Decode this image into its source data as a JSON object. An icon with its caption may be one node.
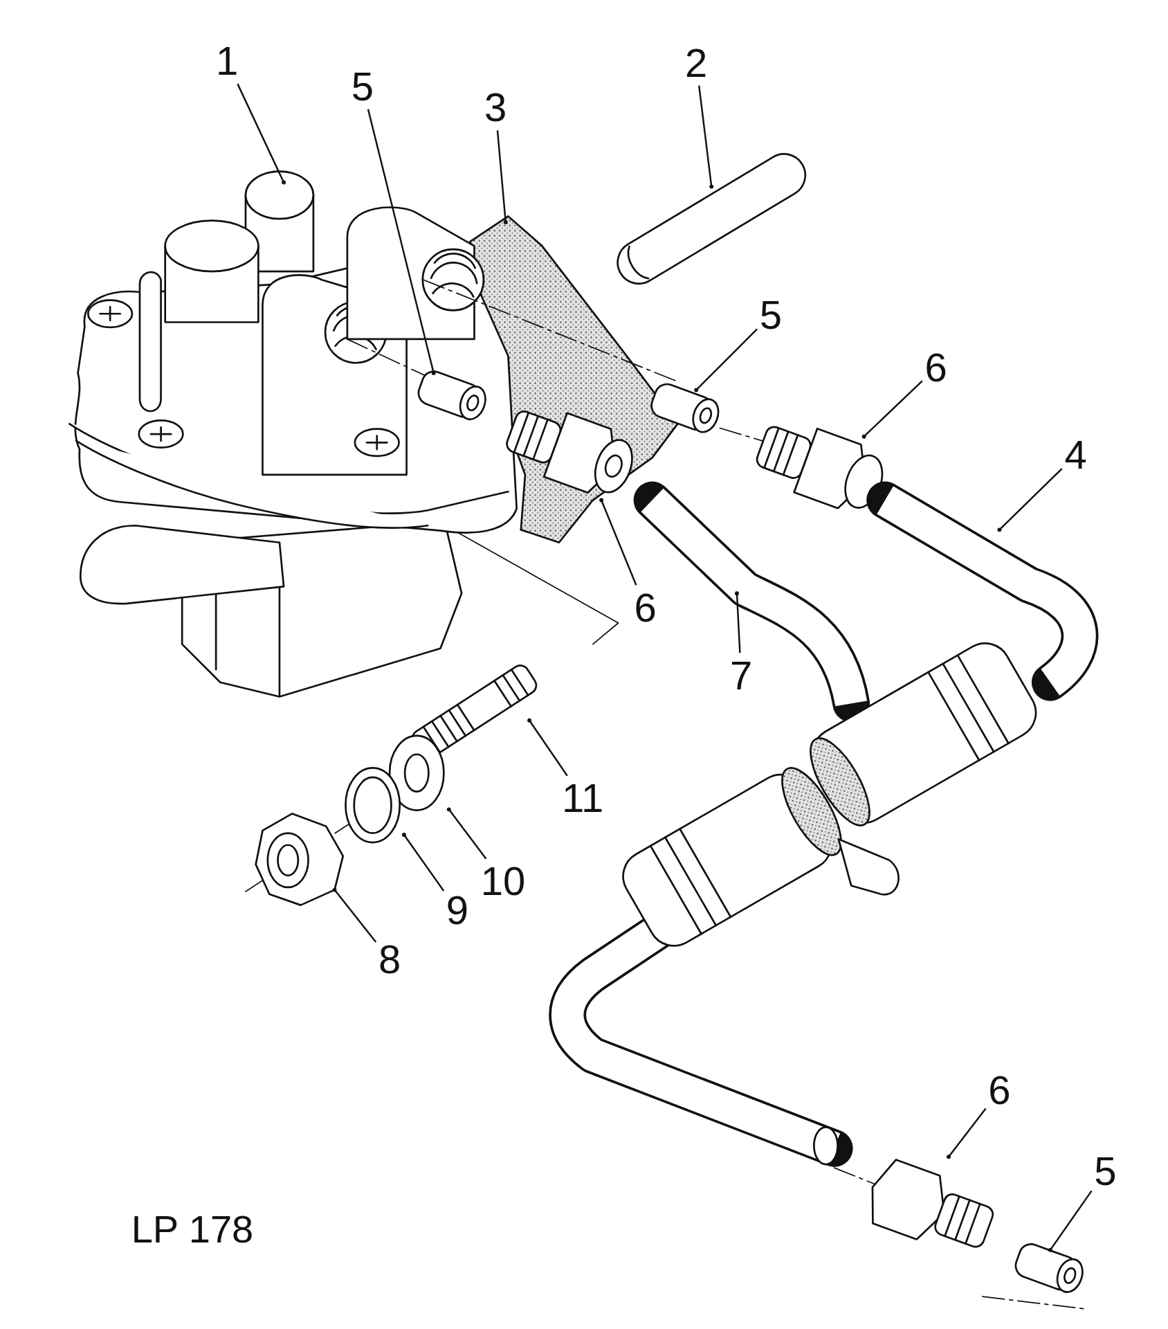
{
  "diagram": {
    "nodes": [
      {
        "text": [
          "1"
        ]
      },
      {
        "text": [
          "5"
        ]
      },
      {
        "text": [
          "3"
        ]
      },
      {
        "text": [
          "2"
        ]
      },
      {
        "text": [
          "5"
        ]
      },
      {
        "text": [
          "6"
        ]
      },
      {
        "text": [
          "4"
        ]
      },
      {
        "text": [
          "6"
        ]
      },
      {
        "text": [
          "7"
        ]
      },
      {
        "text": [
          "11"
        ]
      },
      {
        "text": [
          "10"
        ]
      },
      {
        "text": [
          "9"
        ]
      },
      {
        "text": [
          "8"
        ]
      },
      {
        "text": [
          "6"
        ]
      },
      {
        "text": [
          "5"
        ]
      }
    ],
    "edges": [
      {
        "from": 0,
        "to": null,
        "arrow": "other"
      },
      {
        "from": 1,
        "to": null,
        "arrow": "other"
      },
      {
        "from": 2,
        "to": null,
        "arrow": "other"
      },
      {
        "from": 3,
        "to": null,
        "arrow": "other"
      },
      {
        "from": 4,
        "to": null,
        "arrow": "other"
      },
      {
        "from": 5,
        "to": null,
        "arrow": "other"
      },
      {
        "from": 6,
        "to": null,
        "arrow": "other"
      },
      {
        "from": 7,
        "to": null,
        "arrow": "other"
      },
      {
        "from": 8,
        "to": null,
        "arrow": "other"
      },
      {
        "from": 9,
        "to": null,
        "arrow": "other"
      },
      {
        "from": 10,
        "to": null,
        "arrow": "other"
      },
      {
        "from": 11,
        "to": null,
        "arrow": "other"
      },
      {
        "from": 12,
        "to": null,
        "arrow": "other"
      },
      {
        "from": 13,
        "to": null,
        "arrow": "other"
      },
      {
        "from": 14,
        "to": null,
        "arrow": "other"
      }
    ],
    "labels": [
      "LP 178"
    ]
  }
}
